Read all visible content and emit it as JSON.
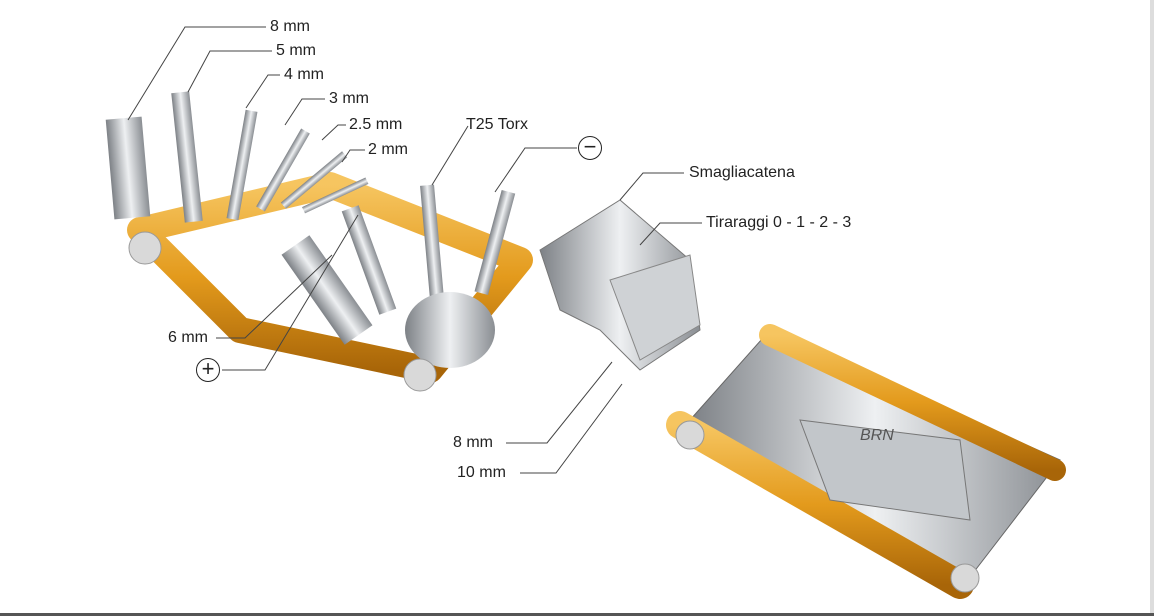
{
  "labels": {
    "hex_8": "8 mm",
    "hex_5": "5 mm",
    "hex_4": "4 mm",
    "hex_3": "3 mm",
    "hex_2_5": "2.5 mm",
    "hex_2": "2 mm",
    "torx": "T25 Torx",
    "minus_symbol": "−",
    "chain_tool": "Smagliacatena",
    "spoke_wrench": "Tiraraggi 0 - 1 - 2 - 3",
    "hex_6": "6 mm",
    "plus_symbol": "+",
    "wrench_8": "8 mm",
    "wrench_10": "10 mm"
  },
  "logo": "BRN",
  "colors": {
    "handle": "#e8a020",
    "steel": "#b8bcc0",
    "line": "#444444"
  }
}
